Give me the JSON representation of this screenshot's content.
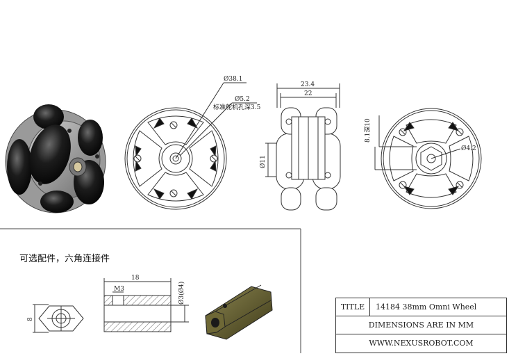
{
  "title_table": {
    "title_label": "TITLE",
    "title_value": "14184 38mm Omni Wheel",
    "units_note": "DIMENSIONS ARE IN MM",
    "website": "WWW.NEXUSROBOT.COM"
  },
  "front_view": {
    "outer_dia": "Ø38.1",
    "hole_dia": "Ø5.2",
    "hole_note": "标准舵机孔深3.5"
  },
  "side_view": {
    "width_overall": "23.4",
    "width_inner": "22",
    "hub_dia": "Ø11"
  },
  "back_view": {
    "depth_note": "8.1深10",
    "hex_hole": "Ø4.2"
  },
  "optional_part": {
    "title": "可选配件，六角连接件",
    "hex_height": "8",
    "length": "18",
    "thread": "M3",
    "bore": "Ø3(Ø4)"
  },
  "colors": {
    "line": "#333333",
    "roller": "#1a1a1a",
    "hub": "#8a8a8a",
    "brass": "#5e5a2a"
  }
}
